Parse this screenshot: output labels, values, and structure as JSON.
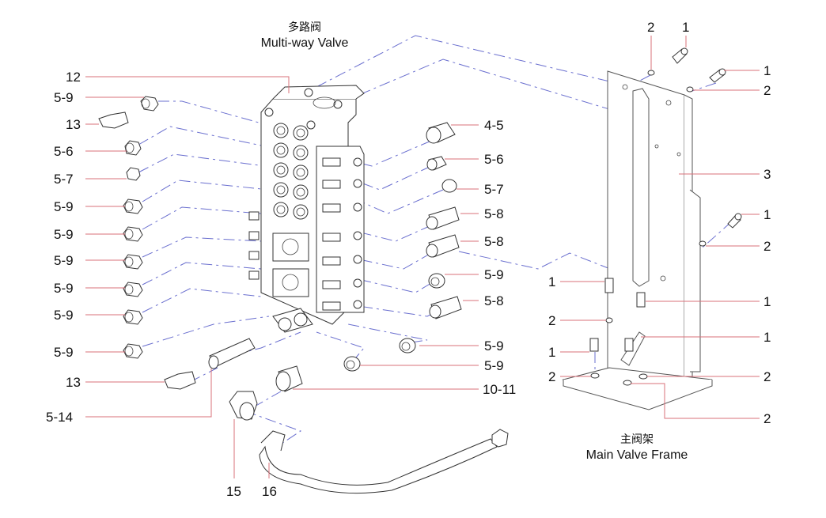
{
  "titles": {
    "multiway_valve": {
      "cn": "多路阀",
      "en": "Multi-way Valve"
    },
    "main_valve_frame": {
      "cn": "主阀架",
      "en": "Main Valve Frame"
    }
  },
  "colors": {
    "leader_line": "#d9707a",
    "projection_line": "#6a6fcf",
    "part_outline": "#333333"
  },
  "left_labels": [
    {
      "text": "12"
    },
    {
      "text": "5-9"
    },
    {
      "text": "13"
    },
    {
      "text": "5-6"
    },
    {
      "text": "5-7"
    },
    {
      "text": "5-9"
    },
    {
      "text": "5-9"
    },
    {
      "text": "5-9"
    },
    {
      "text": "5-9"
    },
    {
      "text": "5-9"
    },
    {
      "text": "5-9"
    },
    {
      "text": "13"
    },
    {
      "text": "5-14"
    }
  ],
  "right_valve_labels": [
    {
      "text": "4-5"
    },
    {
      "text": "5-6"
    },
    {
      "text": "5-7"
    },
    {
      "text": "5-8"
    },
    {
      "text": "5-8"
    },
    {
      "text": "5-9"
    },
    {
      "text": "5-8"
    },
    {
      "text": "5-9"
    },
    {
      "text": "5-9"
    },
    {
      "text": "10-11"
    }
  ],
  "bottom_labels": [
    {
      "text": "15"
    },
    {
      "text": "16"
    }
  ],
  "frame_labels": [
    {
      "text": "2"
    },
    {
      "text": "1"
    },
    {
      "text": "1"
    },
    {
      "text": "2"
    },
    {
      "text": "3"
    },
    {
      "text": "1"
    },
    {
      "text": "2"
    },
    {
      "text": "1"
    },
    {
      "text": "1"
    },
    {
      "text": "2"
    },
    {
      "text": "1"
    },
    {
      "text": "1"
    },
    {
      "text": "2"
    },
    {
      "text": "2"
    },
    {
      "text": "2"
    }
  ]
}
